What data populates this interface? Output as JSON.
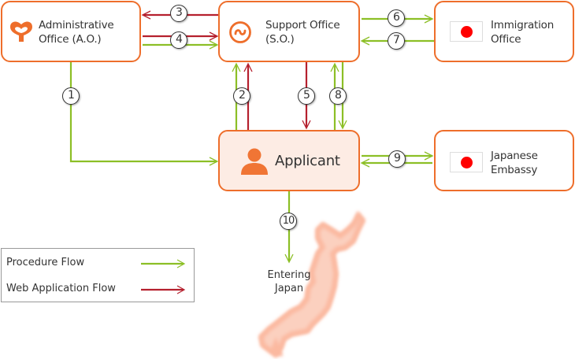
{
  "nodes": {
    "admin_office": {
      "line1": "Administrative",
      "line2": "Office (A.O.)",
      "icon": "ginkgo-leaf-icon"
    },
    "support_office": {
      "line1": "Support Office",
      "line2": "(S.O.)",
      "icon": "swirl-icon"
    },
    "immigration_office": {
      "line1": "Immigration",
      "line2": "Office",
      "icon": "japan-flag-icon"
    },
    "applicant": {
      "label": "Applicant",
      "icon": "person-icon"
    },
    "japanese_embassy": {
      "line1": "Japanese",
      "line2": "Embassy",
      "icon": "japan-flag-icon"
    },
    "entering_japan": {
      "line1": "Entering",
      "line2": "Japan"
    }
  },
  "steps": [
    {
      "num": "1",
      "from": "admin_office",
      "to": "applicant",
      "flow": "procedure"
    },
    {
      "num": "2",
      "from": "applicant",
      "to": "support_office",
      "flow": "procedure+web"
    },
    {
      "num": "3",
      "from": "support_office",
      "to": "admin_office",
      "flow": "web"
    },
    {
      "num": "4",
      "from": "admin_office",
      "to": "support_office",
      "flow": "web+procedure"
    },
    {
      "num": "5",
      "from": "support_office",
      "to": "applicant",
      "flow": "web"
    },
    {
      "num": "6",
      "from": "support_office",
      "to": "immigration_office",
      "flow": "procedure"
    },
    {
      "num": "7",
      "from": "immigration_office",
      "to": "support_office",
      "flow": "procedure"
    },
    {
      "num": "8",
      "from": "applicant",
      "to": "support_office",
      "flow": "procedure, bidirectional"
    },
    {
      "num": "9",
      "from": "applicant",
      "to": "japanese_embassy",
      "flow": "procedure, bidirectional"
    },
    {
      "num": "10",
      "from": "applicant",
      "to": "entering_japan",
      "flow": "procedure"
    }
  ],
  "legend": {
    "procedure": "Procedure Flow",
    "web": "Web Application Flow"
  },
  "colors": {
    "box_border": "#ee6e2b",
    "applicant_fill": "#fdece4",
    "procedure_flow": "#8cbf26",
    "web_flow": "#b5202e",
    "flag_red": "#ff0000"
  }
}
